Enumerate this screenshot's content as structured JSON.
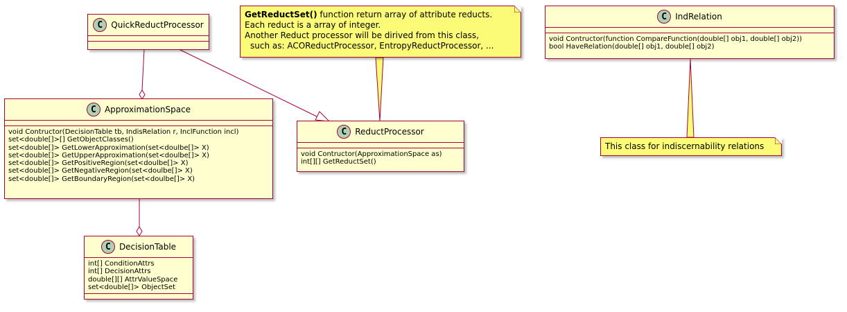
{
  "classes": {
    "quick_reduct_processor": {
      "name": "QuickReductProcessor",
      "members": []
    },
    "approximation_space": {
      "name": "ApproximationSpace",
      "members": [
        "void Contructor(DecisionTable tb, IndisRelation r, InclFunction incl)",
        "set<double[]>[] GetObjectClasses()",
        "set<double[]> GetLowerApproximation(set<doulbe[]> X)",
        "set<double[]> GetUpperApproximation(set<doulbe[]> X)",
        "set<double[]> GetPositiveRegion(set<doulbe[]> X)",
        "set<double[]> GetNegativeRegion(set<doulbe[]> X)",
        "set<double[]> GetBoundaryRegion(set<doulbe[]> X)"
      ]
    },
    "decision_table": {
      "name": "DecisionTable",
      "members": [
        "int[] ConditionAttrs",
        "int[] DecisionAttrs",
        "double[][] AttrValueSpace",
        "set<double[]> ObjectSet"
      ]
    },
    "reduct_processor": {
      "name": "ReductProcessor",
      "members": [
        "void Contructor(ApproximationSpace as)",
        "int[][] GetReductSet()"
      ]
    },
    "ind_relation": {
      "name": "IndRelation",
      "members": [
        "void Contructor(function CompareFunction(double[] obj1, double[] obj2))",
        "bool HaveRelation(double[] obj1, double[] obj2)"
      ]
    }
  },
  "class_badge": "C",
  "notes": {
    "reduct_note": {
      "bold_lead": "GetReductSet()",
      "line1_rest": " function return array of attribute reducts.",
      "line2": "Each reduct is a array of integer.",
      "line3": "Another Reduct processor will be dirived from this class,",
      "line4": "such as: ACOReductProcessor, EntropyReductProcessor, ..."
    },
    "ind_note": {
      "text": "This class for indiscernability relations"
    }
  },
  "colors": {
    "class_fill": "#FEFECE",
    "border": "#A80036",
    "badge": "#ADD1B2",
    "note_fill": "#FBFB77"
  }
}
